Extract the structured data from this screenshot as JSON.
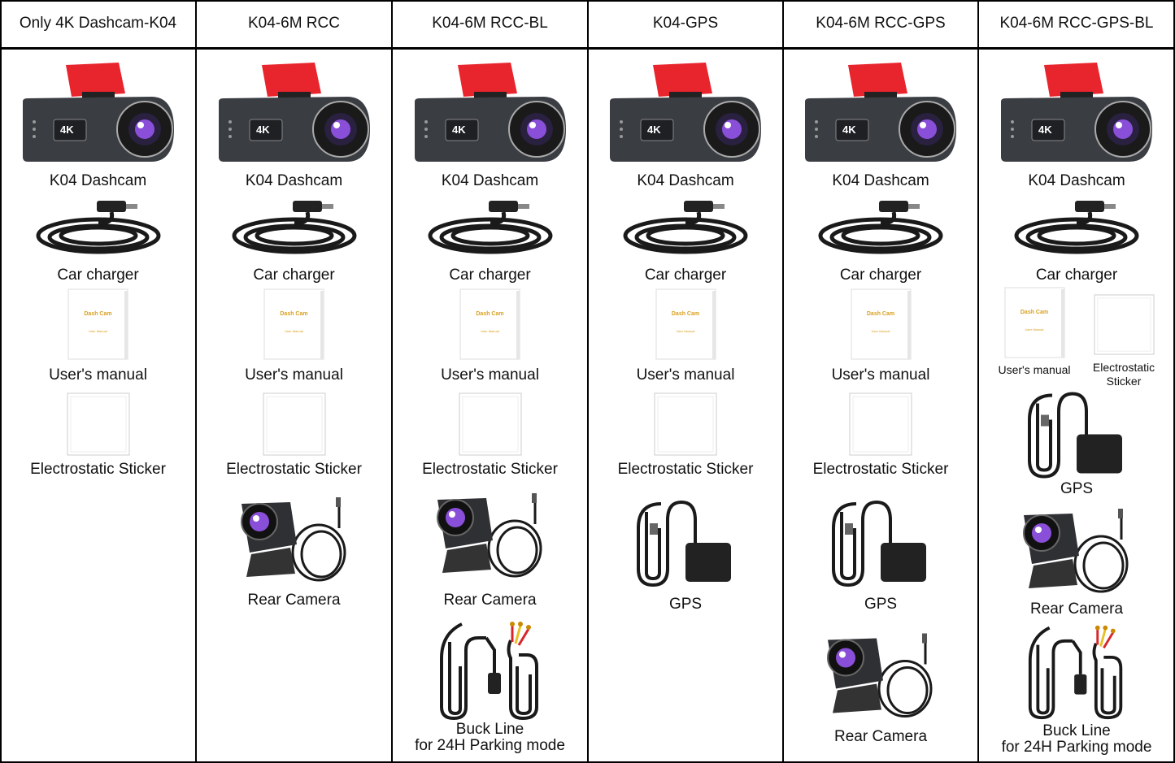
{
  "columns": [
    {
      "title": "Only 4K Dashcam-K04",
      "items": [
        {
          "icon": "dashcam",
          "label": "K04 Dashcam"
        },
        {
          "icon": "car-charger",
          "label": "Car charger"
        },
        {
          "icon": "user-manual",
          "label": "User's manual"
        },
        {
          "icon": "electrostatic-sticker",
          "label": "Electrostatic Sticker"
        }
      ]
    },
    {
      "title": "K04-6M RCC",
      "items": [
        {
          "icon": "dashcam",
          "label": "K04 Dashcam"
        },
        {
          "icon": "car-charger",
          "label": "Car charger"
        },
        {
          "icon": "user-manual",
          "label": "User's manual"
        },
        {
          "icon": "electrostatic-sticker",
          "label": "Electrostatic Sticker"
        },
        {
          "icon": "rear-camera",
          "label": "Rear Camera"
        }
      ]
    },
    {
      "title": "K04-6M RCC-BL",
      "items": [
        {
          "icon": "dashcam",
          "label": "K04 Dashcam"
        },
        {
          "icon": "car-charger",
          "label": "Car charger"
        },
        {
          "icon": "user-manual",
          "label": "User's manual"
        },
        {
          "icon": "electrostatic-sticker",
          "label": "Electrostatic Sticker"
        },
        {
          "icon": "rear-camera",
          "label": "Rear Camera"
        },
        {
          "icon": "buck-line",
          "label": "Buck Line",
          "label2": "for 24H Parking mode"
        }
      ]
    },
    {
      "title": "K04-GPS",
      "items": [
        {
          "icon": "dashcam",
          "label": "K04 Dashcam"
        },
        {
          "icon": "car-charger",
          "label": "Car charger"
        },
        {
          "icon": "user-manual",
          "label": "User's manual"
        },
        {
          "icon": "electrostatic-sticker",
          "label": "Electrostatic Sticker"
        },
        {
          "icon": "gps",
          "label": "GPS"
        }
      ]
    },
    {
      "title": "K04-6M RCC-GPS",
      "items": [
        {
          "icon": "dashcam",
          "label": "K04 Dashcam"
        },
        {
          "icon": "car-charger",
          "label": "Car charger"
        },
        {
          "icon": "user-manual",
          "label": "User's manual"
        },
        {
          "icon": "electrostatic-sticker",
          "label": "Electrostatic Sticker"
        },
        {
          "icon": "gps",
          "label": "GPS"
        },
        {
          "icon": "rear-camera",
          "label": "Rear Camera"
        }
      ]
    },
    {
      "title": "K04-6M RCC-GPS-BL",
      "items": [
        {
          "icon": "dashcam",
          "label": "K04 Dashcam"
        },
        {
          "icon": "car-charger",
          "label": "Car charger"
        },
        {
          "icon": "user-manual",
          "label": "User's manual"
        },
        {
          "icon": "electrostatic-sticker",
          "label": "Electrostatic",
          "label2": "Sticker"
        },
        {
          "icon": "gps",
          "label": "GPS"
        },
        {
          "icon": "rear-camera",
          "label": "Rear Camera"
        },
        {
          "icon": "buck-line",
          "label": "Buck Line",
          "label2": "for 24H Parking mode"
        }
      ]
    }
  ],
  "manual_cover": {
    "title": "Dash Cam",
    "subtitle": "User Manual"
  },
  "dashcam_badge": "4K",
  "colors": {
    "mount": "#e8242c",
    "body": "#3a3d42",
    "lens": "#8a4fd8",
    "manual_text": "#d9a020",
    "wire_red": "#d8262a",
    "wire_yellow": "#e8c020"
  }
}
